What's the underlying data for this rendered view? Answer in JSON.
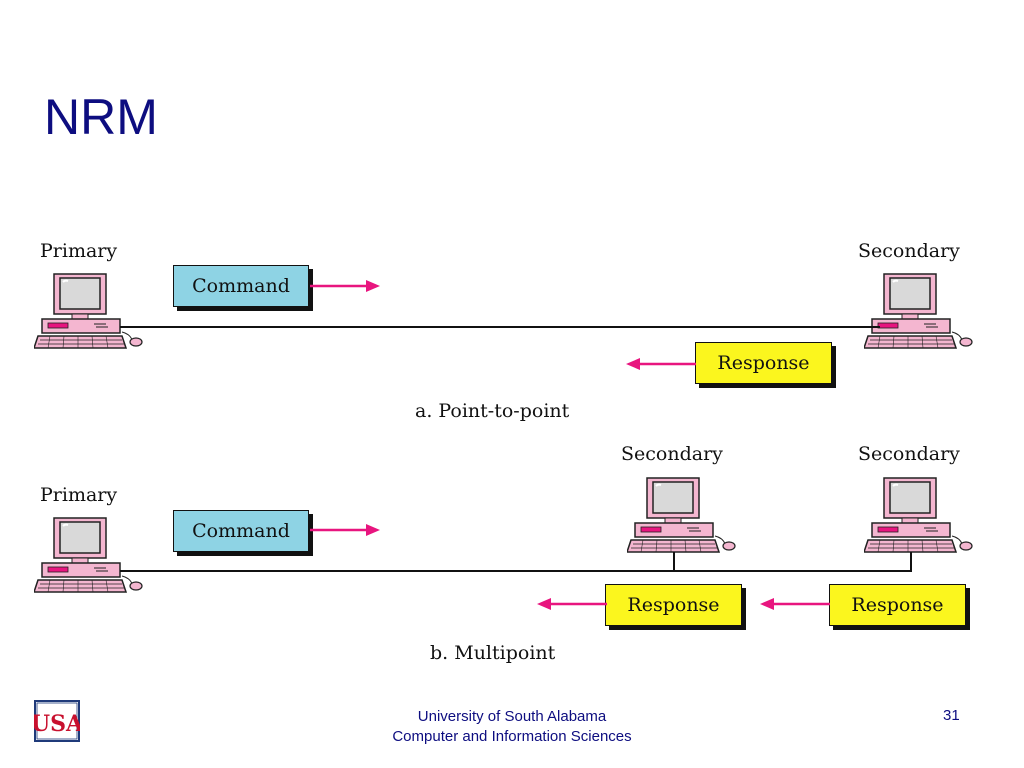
{
  "slide": {
    "title": "NRM",
    "page_number": "31"
  },
  "diagram_a": {
    "primary_label": "Primary",
    "secondary_label": "Secondary",
    "command_label": "Command",
    "response_label": "Response",
    "caption": "a. Point-to-point"
  },
  "diagram_b": {
    "primary_label": "Primary",
    "secondary_1_label": "Secondary",
    "secondary_2_label": "Secondary",
    "command_label": "Command",
    "response_1_label": "Response",
    "response_2_label": "Response",
    "caption": "b. Multipoint"
  },
  "footer": {
    "line1": "University of South Alabama",
    "line2": "Computer and Information Sciences"
  },
  "logo": {
    "text": "USA"
  },
  "colors": {
    "title": "#0d0d80",
    "command_box": "#8ed3e4",
    "response_box": "#fbf61e",
    "arrow": "#e8157f",
    "computer_base": "#f4b6d0",
    "monitor": "#d8d8d8"
  },
  "icons": [
    "computer-icon",
    "arrow-right-icon",
    "arrow-left-icon",
    "usa-logo"
  ]
}
